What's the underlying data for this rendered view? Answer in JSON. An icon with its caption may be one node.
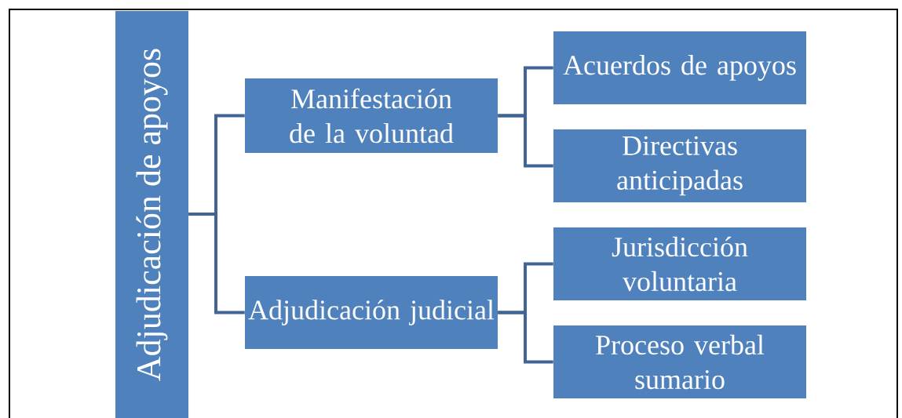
{
  "diagram": {
    "nodes": [
      {
        "text": [
          "Adjudicación de apoyos"
        ]
      },
      {
        "text": [
          "Manifestación de la voluntad"
        ]
      },
      {
        "text": [
          "Adjudicación judicial"
        ]
      },
      {
        "text": [
          "Acuerdos de apoyos"
        ]
      },
      {
        "text": [
          "Directivas anticipadas"
        ]
      },
      {
        "text": [
          "Jurisdicción voluntaria"
        ]
      },
      {
        "text": [
          "Proceso verbal sumario"
        ]
      }
    ],
    "edges": [
      {
        "from": 0,
        "to": 1,
        "arrow": "none"
      },
      {
        "from": 0,
        "to": 2,
        "arrow": "none"
      },
      {
        "from": 1,
        "to": 3,
        "arrow": "none"
      },
      {
        "from": 1,
        "to": 4,
        "arrow": "none"
      },
      {
        "from": 2,
        "to": 5,
        "arrow": "none"
      },
      {
        "from": 2,
        "to": 6,
        "arrow": "none"
      }
    ]
  }
}
